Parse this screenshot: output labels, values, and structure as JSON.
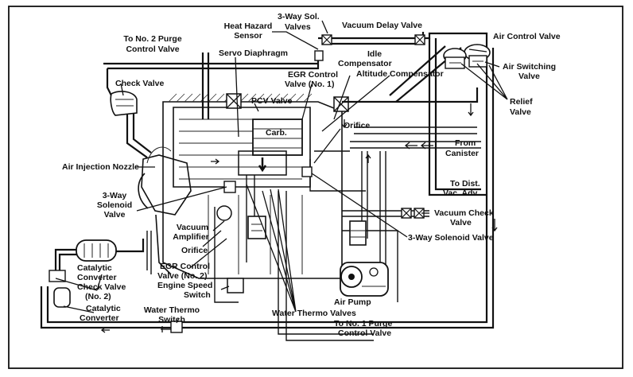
{
  "labels": {
    "purge2": [
      "To No. 2 Purge",
      "Control Valve"
    ],
    "heat_hazard": [
      "Heat Hazard",
      "Sensor"
    ],
    "sol3way_top": [
      "3-Way Sol.",
      "Valves"
    ],
    "vacuum_delay": "Vacuum Delay Valve",
    "air_control": "Air Control Valve",
    "servo": "Servo Diaphragm",
    "idle": [
      "Idle",
      "Compensator"
    ],
    "air_switching": [
      "Air Switching",
      "Valve"
    ],
    "check_valve": "Check Valve",
    "egr1": [
      "EGR Control",
      "Valve (No. 1)"
    ],
    "altitude": "Altitude Compensator",
    "pcv": "PCV Valve",
    "relief": [
      "Relief",
      "Valve"
    ],
    "carb": "Carb.",
    "orifice_top": "Orifice",
    "from_canister": [
      "From",
      "Canister"
    ],
    "air_injection": "Air Injection Nozzle",
    "to_dist": [
      "To Dist.",
      "Vac. Adv."
    ],
    "sol3way_left": [
      "3-Way",
      "Solenoid",
      "Valve"
    ],
    "vacuum_check": [
      "Vacuum Check",
      "Valve"
    ],
    "vacuum_amp": [
      "Vacuum",
      "Amplifier"
    ],
    "sol3way_right": "3-Way Solenoid Valve",
    "orifice_mid": "Orifice",
    "cat_check": [
      "Catalytic",
      "Converter",
      "Check Valve",
      "(No. 2)"
    ],
    "egr2": [
      "EGR Control",
      "Valve (No. 2)"
    ],
    "engine_speed": [
      "Engine Speed",
      "Switch"
    ],
    "air_pump": "Air Pump",
    "cat_conv": [
      "Catalytic",
      "Converter"
    ],
    "water_thermo_switch": [
      "Water Thermo",
      "Switch"
    ],
    "water_thermo_valves": "Water Thermo Valves",
    "purge1": [
      "To No. 1 Purge",
      "Control Valve"
    ]
  },
  "icons": [
    "solenoid-valve-icon",
    "check-valve-icon",
    "air-pump-icon",
    "catalytic-converter-icon",
    "engine-block-icon",
    "carburetor-icon",
    "vacuum-amplifier-icon",
    "thermo-switch-icon",
    "flow-arrow-icon"
  ],
  "colors": {
    "ink": "#111111",
    "paper": "#ffffff"
  }
}
